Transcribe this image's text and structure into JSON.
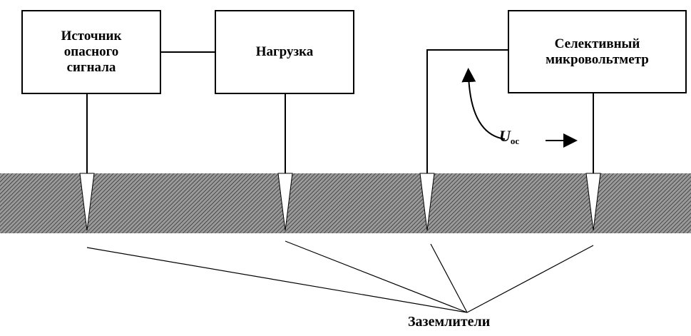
{
  "blocks": {
    "source": "Источник\nопасного\nсигнала",
    "load": "Нагрузка",
    "meter": "Селективный\nмикровольтметр"
  },
  "voltage_label": {
    "symbol": "U",
    "subscript": "ос"
  },
  "ground_label": "Заземлители",
  "colors": {
    "line": "#000000",
    "soil": "#7a7a7a",
    "background": "#ffffff"
  }
}
